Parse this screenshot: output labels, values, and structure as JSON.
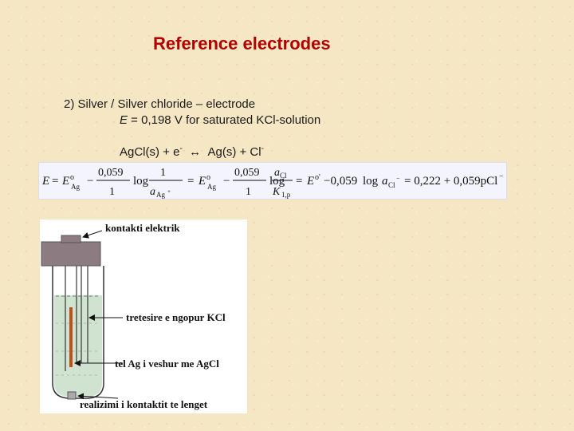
{
  "slide": {
    "title": "Reference electrodes",
    "line1": "2) Silver / Silver chloride – electrode",
    "line2_symbol": "E",
    "line2_text": " = 0,198 V for saturated KCl-solution",
    "reaction_left": "AgCl(s) + e",
    "reaction_left_sup": "-",
    "reaction_arrow": "↔",
    "reaction_right": "Ag(s) + Cl",
    "reaction_right_sup": "-"
  },
  "diagram": {
    "label_contact": "kontakti elektrik",
    "label_solution": "tretesire e ngopur KCl",
    "label_wire": "tel Ag i veshur me AgCl",
    "label_junction": "realizimi i kontaktit  te lenget"
  },
  "colors": {
    "title": "#b00000",
    "background": "#f5e6c4",
    "cap": "#8c7c82",
    "solution": "#cfe3d0",
    "wire": "#c0501a"
  }
}
